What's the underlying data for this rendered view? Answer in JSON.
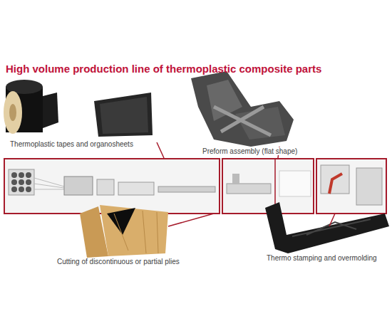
{
  "diagram": {
    "title": "High volume production line of thermoplastic composite parts",
    "labels": [
      "Thermoplastic tapes and organosheets",
      "Preform assembly (flat shape)",
      "Cutting of discontinuous or partial plies",
      "Thermo stamping and overmolding"
    ]
  }
}
